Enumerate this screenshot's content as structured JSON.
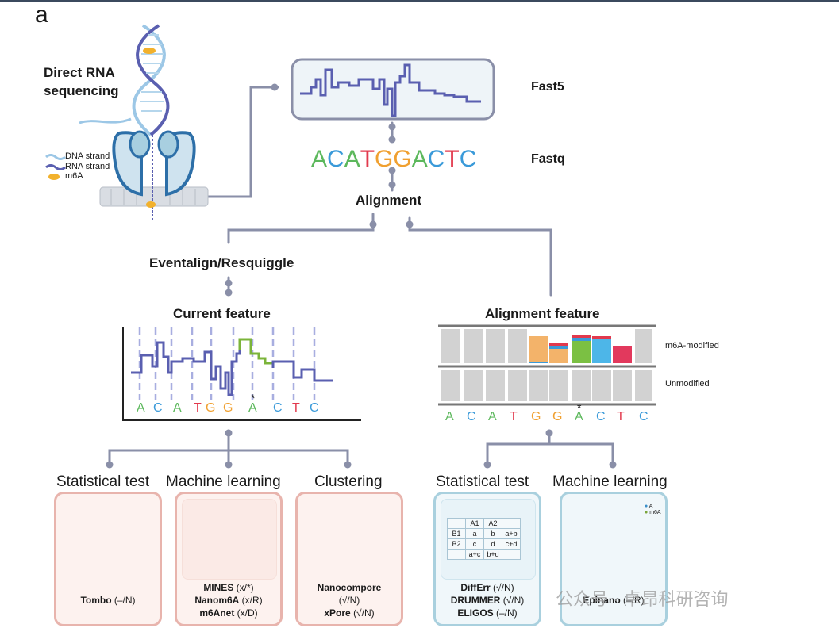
{
  "panel_label": "a",
  "direct_rna": {
    "title_line1": "Direct RNA",
    "title_line2": "sequencing"
  },
  "legend": [
    {
      "label": "DNA  strand",
      "color": "#9cc7e6"
    },
    {
      "label": "RNA  strand",
      "color": "#5a5fb0"
    },
    {
      "label": "m6A",
      "color": "#f2b12c"
    }
  ],
  "fast5_label": "Fast5",
  "fastq_label": "Fastq",
  "fastq_sequence": [
    {
      "char": "A",
      "color": "#5cb85c"
    },
    {
      "char": "C",
      "color": "#3a9ad9"
    },
    {
      "char": "A",
      "color": "#5cb85c"
    },
    {
      "char": "T",
      "color": "#e2394d"
    },
    {
      "char": "G",
      "color": "#f0a030"
    },
    {
      "char": "G",
      "color": "#f0a030"
    },
    {
      "char": "A",
      "color": "#5cb85c"
    },
    {
      "char": "C",
      "color": "#3a9ad9"
    },
    {
      "char": "T",
      "color": "#e2394d"
    },
    {
      "char": "C",
      "color": "#3a9ad9"
    }
  ],
  "alignment_label": "Alignment",
  "eventalign_label": "Eventalign/Resquiggle",
  "current_feature_label": "Current feature",
  "alignment_feature_label": "Alignment feature",
  "m6a_modified_label": "m6A-modified",
  "unmodified_label": "Unmodified",
  "star": "*",
  "left_categories": {
    "statistical": "Statistical test",
    "machine": "Machine learning",
    "clustering": "Clustering"
  },
  "right_categories": {
    "statistical": "Statistical test",
    "machine": "Machine learning"
  },
  "tools": {
    "tombo": {
      "name": "Tombo",
      "tag": "(–/N)"
    },
    "mines": {
      "name": "MINES",
      "tag": "(x/*)"
    },
    "nanom6a": {
      "name": "Nanom6A",
      "tag": "(x/R)"
    },
    "m6anet": {
      "name": "m6Anet",
      "tag": "(x/D)"
    },
    "nanocompore": {
      "name": "Nanocompore",
      "tag": "(√/N)"
    },
    "xpore": {
      "name": "xPore",
      "tag": "(√/N)"
    },
    "differr": {
      "name": "DiffErr",
      "tag": "(√/N)"
    },
    "drummer": {
      "name": "DRUMMER",
      "tag": "(√/N)"
    },
    "eligos": {
      "name": "ELIGOS",
      "tag": "(–/N)"
    },
    "epinano": {
      "name": "Epinano",
      "tag": "(–/R)"
    }
  },
  "contingency_table": {
    "header": [
      "",
      "A1",
      "A2",
      ""
    ],
    "rows": [
      [
        "B1",
        "a",
        "b",
        "a+b"
      ],
      [
        "B2",
        "c",
        "d",
        "c+d"
      ],
      [
        "",
        "a+c",
        "b+d",
        ""
      ]
    ]
  },
  "scatter_legend": [
    "A",
    "m6A"
  ],
  "watermark": "公众号 · 卓昂科研咨询",
  "colors": {
    "connector": "#8a8fa8",
    "signal": "#5a5fb0",
    "highlight": "#7bb43a",
    "nucleotide_a": "#5cb85c",
    "nucleotide_c": "#3a9ad9",
    "nucleotide_t": "#e2394d",
    "nucleotide_g": "#f0a030"
  }
}
